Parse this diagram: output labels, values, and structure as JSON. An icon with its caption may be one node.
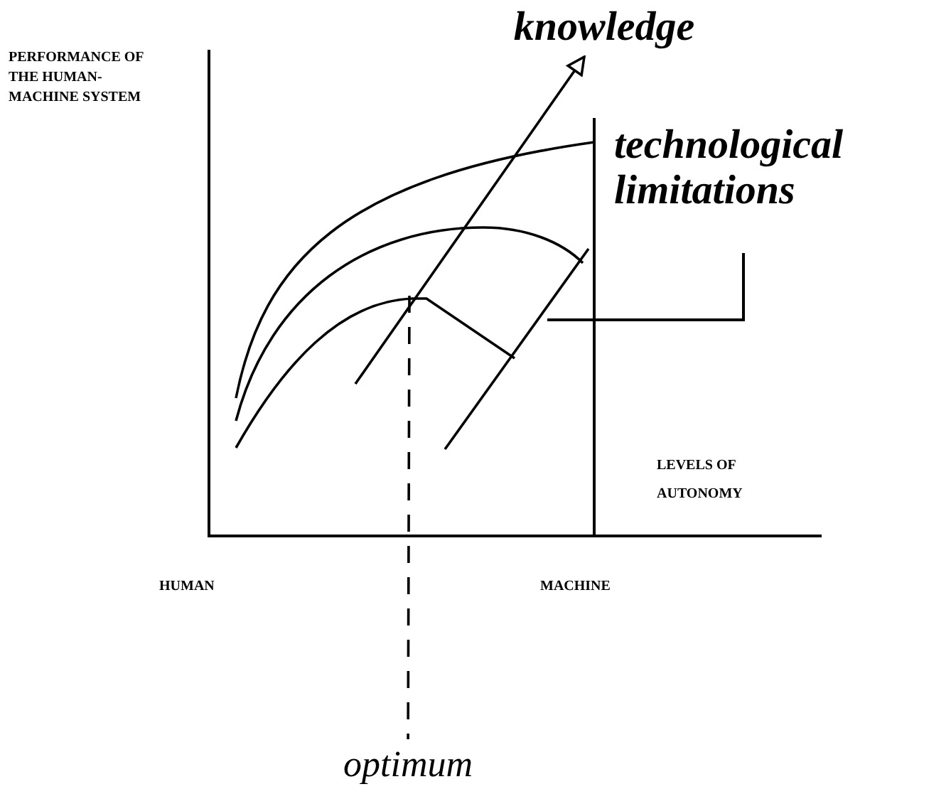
{
  "diagram": {
    "nodes": [
      {
        "text": [
          "knowledge"
        ]
      },
      {
        "text": [
          "optimum"
        ]
      }
    ],
    "edges": [
      {
        "from": null,
        "to": 0,
        "arrow": "to"
      },
      {
        "from": null,
        "to": 1,
        "arrow": "none",
        "style": "dashed"
      }
    ],
    "labels": [
      "PERFORMANCE OF THE HUMAN-MACHINE SYSTEM",
      "technological limitations",
      "LEVELS OF AUTONOMY",
      "HUMAN",
      "MACHINE"
    ]
  }
}
